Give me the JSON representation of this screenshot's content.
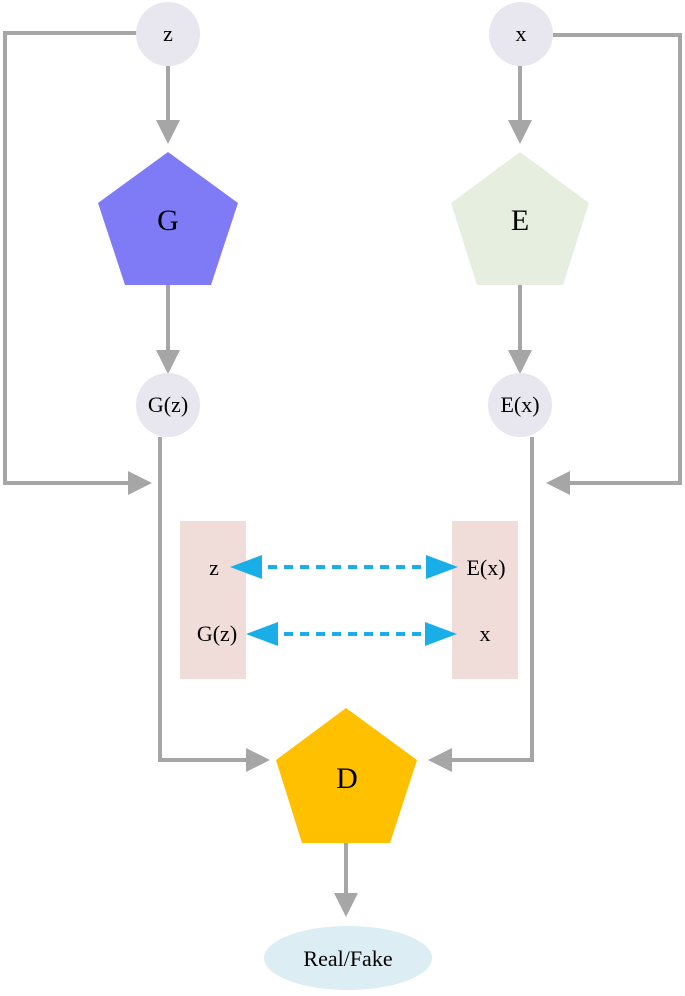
{
  "colors": {
    "edge": "#a6a6a6",
    "pair_arrow": "#1aaee8",
    "input_node": "#e8e6ee",
    "generator": "#7f7af5",
    "encoder": "#e6efdf",
    "pair_box": "#f0dcd9",
    "discriminator": "#ffc000",
    "output_node": "#dceef4"
  },
  "nodes": {
    "z": "z",
    "x": "x",
    "generator": "G",
    "encoder": "E",
    "gz": "G(z)",
    "ex": "E(x)",
    "discriminator": "D",
    "output": "Real/Fake"
  },
  "pairs": {
    "left_top": "z",
    "left_bottom": "G(z)",
    "right_top": "E(x)",
    "right_bottom": "x"
  }
}
